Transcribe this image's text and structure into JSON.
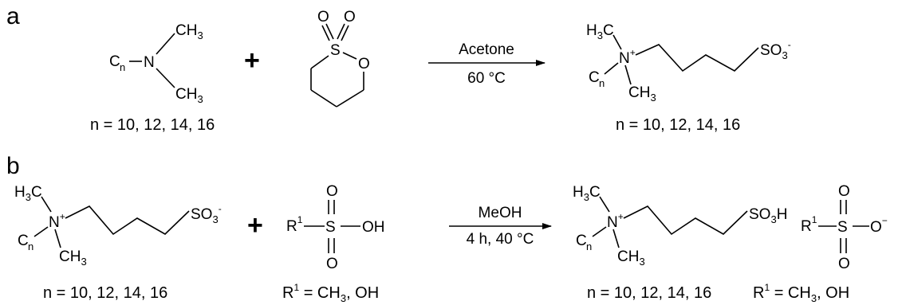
{
  "panels": {
    "a": {
      "label": "a"
    },
    "b": {
      "label": "b"
    }
  },
  "atoms": {
    "n": "N",
    "s": "S",
    "o": "O",
    "c": "C",
    "h": "H",
    "r": "R",
    "n_sub": "n",
    "ch3": "CH",
    "three": "3",
    "plus_charge": "+",
    "minus_charge": "-",
    "minus_charge_b": "−",
    "oh": "OH",
    "so3": "SO",
    "r_sup": "1"
  },
  "reaction_a": {
    "plus": "+",
    "condition_top": "Acetone",
    "condition_bottom": "60 °C",
    "reactant_note": "n = 10, 12, 14, 16",
    "product_note": "n = 10, 12, 14, 16"
  },
  "reaction_b": {
    "plus": "+",
    "condition_top": "MeOH",
    "condition_bottom": "4 h, 40 °C",
    "reactant_note": "n = 10, 12, 14, 16",
    "acid_note_prefix": "R",
    "acid_note_sup": "1",
    "acid_note_mid": " = CH",
    "acid_note_sub": "3",
    "acid_note_suffix": ", OH",
    "product_note": "n = 10, 12, 14, 16",
    "anion_note_prefix": "R",
    "anion_note_sup": "1",
    "anion_note_mid": " = CH",
    "anion_note_sub": "3",
    "anion_note_suffix": ", OH"
  }
}
